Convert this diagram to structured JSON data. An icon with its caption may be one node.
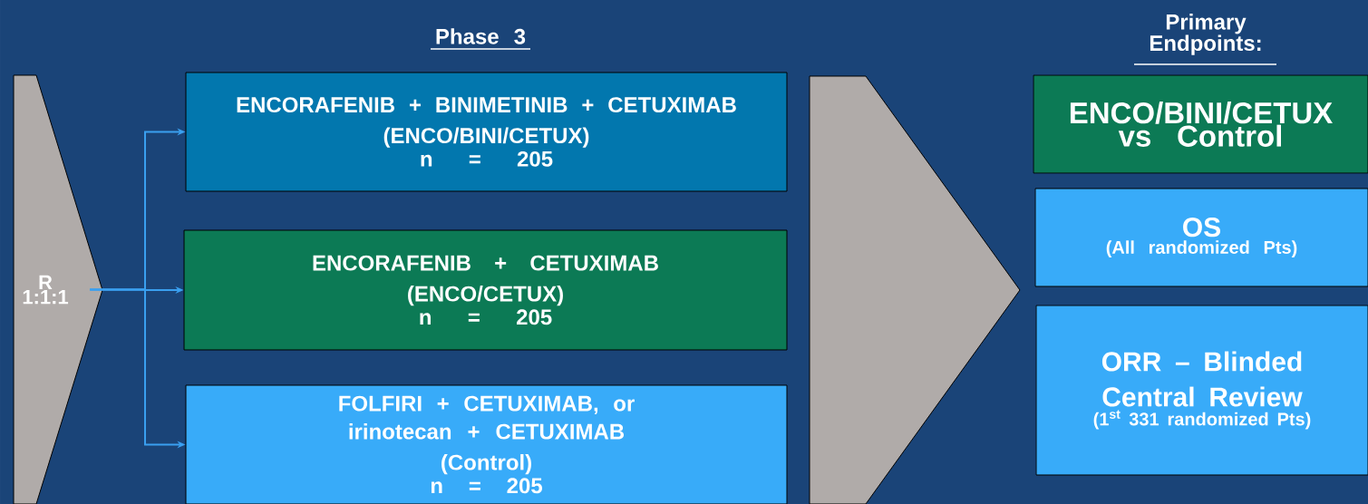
{
  "diagram": {
    "nodes": [
      {
        "text": [
          "R 1:1:1"
        ]
      },
      {
        "text": [
          "ENCORAFENIB + BINIMETINIB + CETUXIMAB",
          "(ENCO/BINI/CETUX)",
          "n = 205"
        ]
      },
      {
        "text": [
          "ENCORAFENIB + CETUXIMAB",
          "(ENCO/CETUX)",
          "n = 205"
        ]
      },
      {
        "text": [
          "FOLFIRI + CETUXIMAB, or irinotecan + CETUXIMAB",
          "(Control)",
          "n = 205"
        ]
      },
      {
        "text": [],
        "shape": "chevron"
      },
      {
        "text": [
          "ENCO/BINI/CETUX vs Control"
        ]
      },
      {
        "text": [
          "OS",
          "(All randomized Pts)"
        ]
      },
      {
        "text": [
          "ORR – Blinded Central Review",
          "(1$^{st}$ 331 randomized Pts)"
        ]
      }
    ],
    "edges": [
      {
        "from": 0,
        "to": 1,
        "arrow": "to"
      },
      {
        "from": 0,
        "to": 2,
        "arrow": "to"
      },
      {
        "from": 0,
        "to": 3,
        "arrow": "to"
      }
    ],
    "labels": [
      "Phase 3",
      "Primary Endpoints:"
    ]
  }
}
